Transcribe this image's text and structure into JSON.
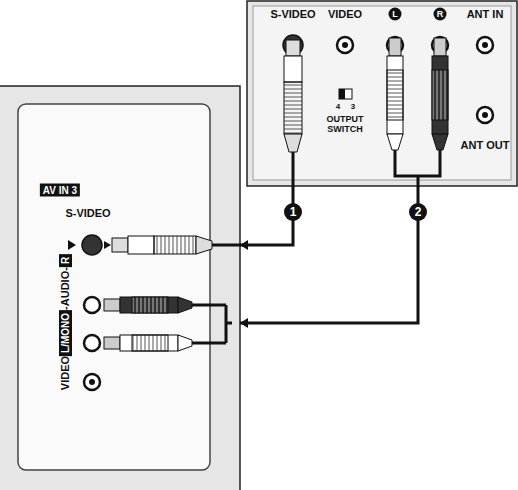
{
  "diagram": {
    "nodes": [
      {
        "text": [
          "S-VIDEO",
          "VIDEO",
          "L",
          "R",
          "ANT IN",
          "4",
          "3",
          "OUTPUT SWITCH",
          "ANT OUT"
        ]
      },
      {
        "text": [
          "AV IN 3",
          "S-VIDEO",
          "VIDEO",
          "L/MONO",
          "-AUDIO-",
          "R"
        ]
      }
    ],
    "edges": [
      {
        "from": 0,
        "to": 1,
        "arrow": "to",
        "label": "1"
      },
      {
        "from": 0,
        "to": 1,
        "arrow": "to",
        "label": "2"
      }
    ]
  }
}
